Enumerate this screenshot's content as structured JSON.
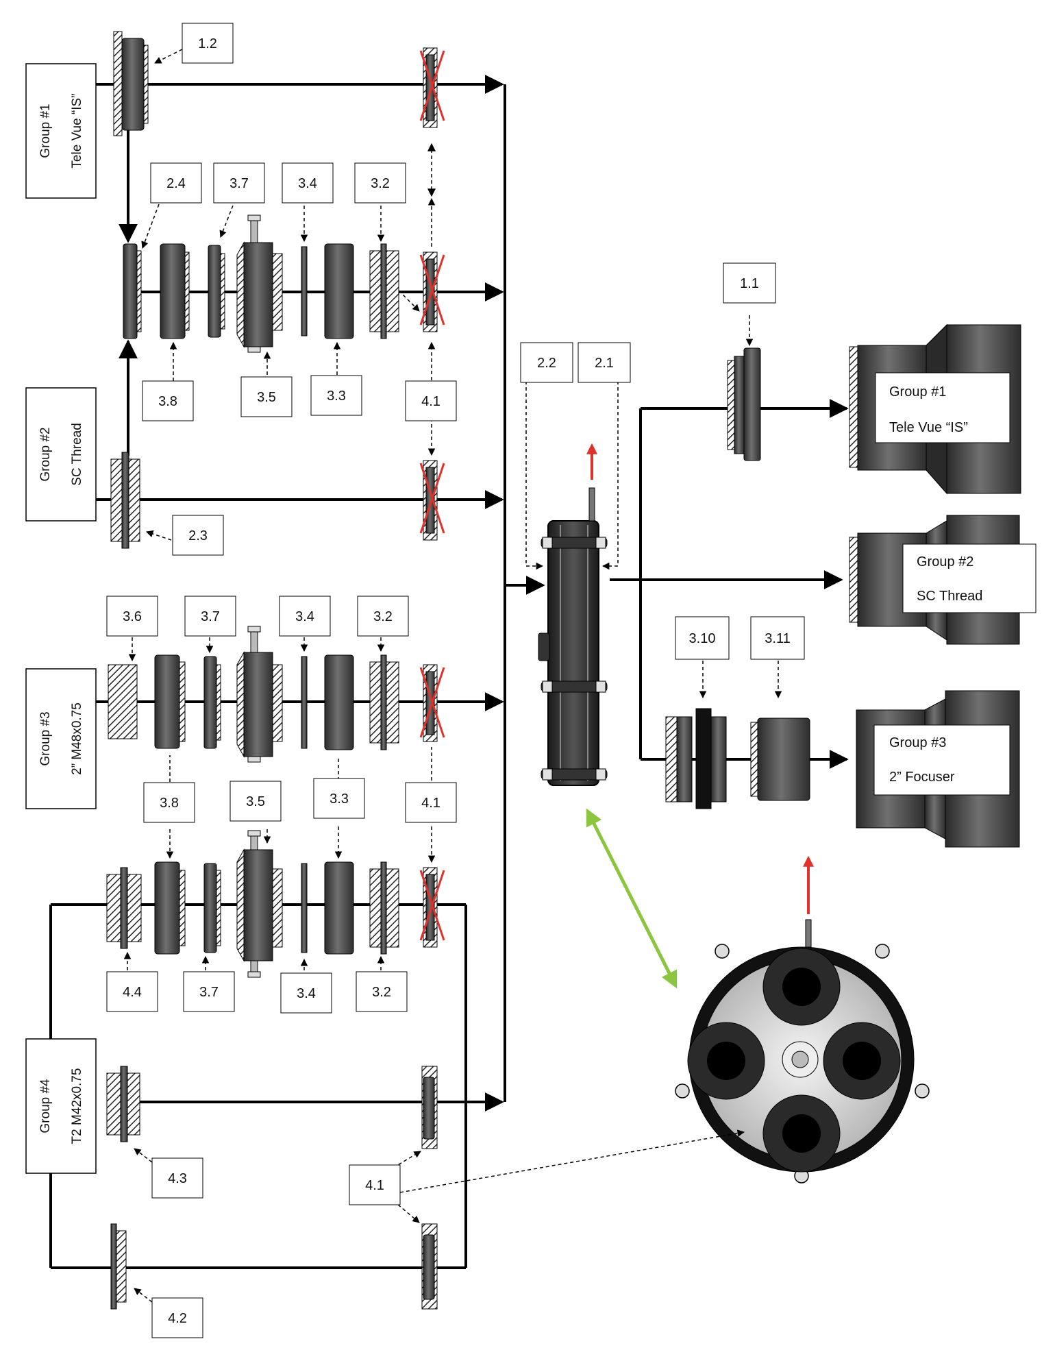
{
  "groups": [
    {
      "id": "group1",
      "line1": "Group #1",
      "line2": "Tele Vue “IS”"
    },
    {
      "id": "group2",
      "line1": "Group #2",
      "line2": "SC Thread"
    },
    {
      "id": "group3",
      "line1": "Group #3",
      "line2": "2” M48x0.75"
    },
    {
      "id": "group4",
      "line1": "Group #4",
      "line2": "T2 M42x0.75"
    }
  ],
  "output_groups": [
    {
      "id": "out1",
      "line1": "Group #1",
      "line2": "Tele Vue “IS”"
    },
    {
      "id": "out2",
      "line1": "Group #2",
      "line2": "SC Thread"
    },
    {
      "id": "out3",
      "line1": "Group #3",
      "line2": "2” Focuser"
    }
  ],
  "labels": {
    "l12": "1.2",
    "r1_24": "2.4",
    "r1_37": "3.7",
    "r1_34": "3.4",
    "r1_32": "3.2",
    "r1_38": "3.8",
    "r1_35": "3.5",
    "r1_33": "3.3",
    "r1_41": "4.1",
    "l23": "2.3",
    "r3_36": "3.6",
    "r3_37": "3.7",
    "r3_34": "3.4",
    "r3_32": "3.2",
    "r3_38": "3.8",
    "r3_35": "3.5",
    "r3_33": "3.3",
    "r3_41": "4.1",
    "r4_44": "4.4",
    "r4_37": "3.7",
    "r4_34": "3.4",
    "r4_32": "3.2",
    "l43": "4.3",
    "l41b": "4.1",
    "l42": "4.2",
    "l22": "2.2",
    "l21": "2.1",
    "l11": "1.1",
    "l310": "3.10",
    "l311": "3.11"
  },
  "colors": {
    "line": "#000000",
    "part": "#3a3a3a",
    "part_light": "#6a6a6a",
    "cross": "#e0312b",
    "green_arrow": "#8cc63f",
    "red_arrow": "#e0312b"
  }
}
